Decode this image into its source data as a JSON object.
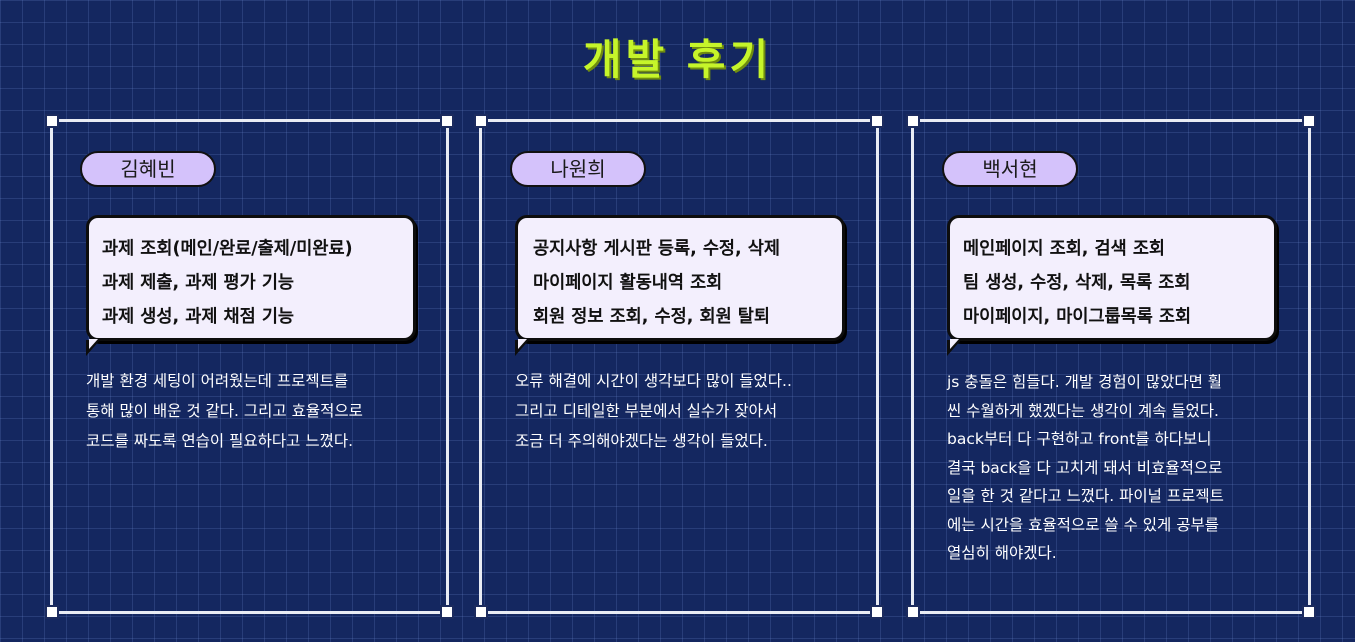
{
  "title": "개발 후기",
  "cards": [
    {
      "name": "김혜빈",
      "tasks": [
        "과제 조회(메인/완료/출제/미완료)",
        "과제 제출, 과제 평가 기능",
        "과제 생성, 과제 채점 기능"
      ],
      "review": [
        "개발 환경 세팅이 어려웠는데 프로젝트를",
        "통해 많이 배운 것 같다. 그리고 효율적으로",
        "코드를 짜도록 연습이 필요하다고 느꼈다."
      ]
    },
    {
      "name": "나원희",
      "tasks": [
        "공지사항 게시판 등록, 수정, 삭제",
        "마이페이지 활동내역 조회",
        "회원 정보 조회, 수정, 회원 탈퇴"
      ],
      "review": [
        "오류 해결에 시간이 생각보다 많이 들었다..",
        "그리고 디테일한 부분에서 실수가 잦아서",
        "조금 더 주의해야겠다는 생각이 들었다."
      ]
    },
    {
      "name": "백서현",
      "tasks": [
        "메인페이지 조회, 검색 조회",
        "팀 생성, 수정, 삭제, 목록 조회",
        "마이페이지, 마이그룹목록 조회"
      ],
      "review": [
        "js 충돌은 힘들다. 개발 경험이 많았다면 훨",
        "씬 수월하게 했겠다는 생각이 계속 들었다.",
        "back부터 다 구현하고 front를 하다보니",
        "결국 back을 다 고치게 돼서 비효율적으로",
        "일을 한 것 같다고 느꼈다. 파이널 프로젝트",
        "에는 시간을 효율적으로 쓸 수 있게 공부를",
        "열심히 해야겠다."
      ]
    }
  ],
  "colors": {
    "background": "#142760",
    "title": "#c6f52a",
    "name_pill": "#d4c2fb",
    "bubble": "#f3effd",
    "card_border": "#e9ecf4"
  }
}
